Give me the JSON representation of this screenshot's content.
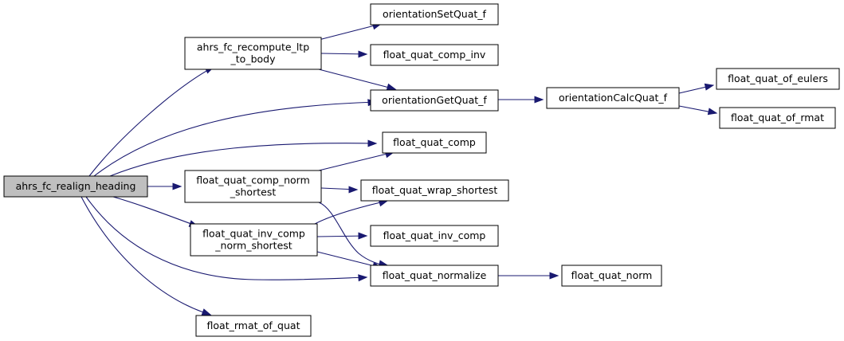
{
  "graph": {
    "nodes": [
      {
        "id": "realign",
        "lines": [
          "ahrs_fc_realign_heading"
        ],
        "root": true
      },
      {
        "id": "recompute",
        "lines": [
          "ahrs_fc_recompute_ltp",
          "_to_body"
        ]
      },
      {
        "id": "compnorm",
        "lines": [
          "float_quat_comp_norm",
          "_shortest"
        ]
      },
      {
        "id": "invcompnorm",
        "lines": [
          "float_quat_inv_comp",
          "_norm_shortest"
        ]
      },
      {
        "id": "rmatofquat",
        "lines": [
          "float_rmat_of_quat"
        ]
      },
      {
        "id": "setquat",
        "lines": [
          "orientationSetQuat_f"
        ]
      },
      {
        "id": "compinv",
        "lines": [
          "float_quat_comp_inv"
        ]
      },
      {
        "id": "getquat",
        "lines": [
          "orientationGetQuat_f"
        ]
      },
      {
        "id": "comp",
        "lines": [
          "float_quat_comp"
        ]
      },
      {
        "id": "wrap",
        "lines": [
          "float_quat_wrap_shortest"
        ]
      },
      {
        "id": "invcomp",
        "lines": [
          "float_quat_inv_comp"
        ]
      },
      {
        "id": "normalize",
        "lines": [
          "float_quat_normalize"
        ]
      },
      {
        "id": "calcquat",
        "lines": [
          "orientationCalcQuat_f"
        ]
      },
      {
        "id": "norm",
        "lines": [
          "float_quat_norm"
        ]
      },
      {
        "id": "eulers",
        "lines": [
          "float_quat_of_eulers"
        ]
      },
      {
        "id": "ofrmat",
        "lines": [
          "float_quat_of_rmat"
        ]
      }
    ],
    "edges": [
      {
        "from": "realign",
        "to": "recompute"
      },
      {
        "from": "realign",
        "to": "getquat"
      },
      {
        "from": "realign",
        "to": "comp"
      },
      {
        "from": "realign",
        "to": "compnorm"
      },
      {
        "from": "realign",
        "to": "invcompnorm"
      },
      {
        "from": "realign",
        "to": "normalize"
      },
      {
        "from": "realign",
        "to": "rmatofquat"
      },
      {
        "from": "recompute",
        "to": "setquat"
      },
      {
        "from": "recompute",
        "to": "compinv"
      },
      {
        "from": "recompute",
        "to": "getquat"
      },
      {
        "from": "getquat",
        "to": "calcquat"
      },
      {
        "from": "calcquat",
        "to": "eulers"
      },
      {
        "from": "calcquat",
        "to": "ofrmat"
      },
      {
        "from": "compnorm",
        "to": "comp"
      },
      {
        "from": "compnorm",
        "to": "wrap"
      },
      {
        "from": "compnorm",
        "to": "normalize"
      },
      {
        "from": "invcompnorm",
        "to": "wrap"
      },
      {
        "from": "invcompnorm",
        "to": "invcomp"
      },
      {
        "from": "invcompnorm",
        "to": "normalize"
      },
      {
        "from": "normalize",
        "to": "norm"
      }
    ],
    "colors": {
      "edge": "#191970",
      "root_fill": "#bfbfbf",
      "node_fill": "#ffffff",
      "border": "#000000"
    }
  }
}
